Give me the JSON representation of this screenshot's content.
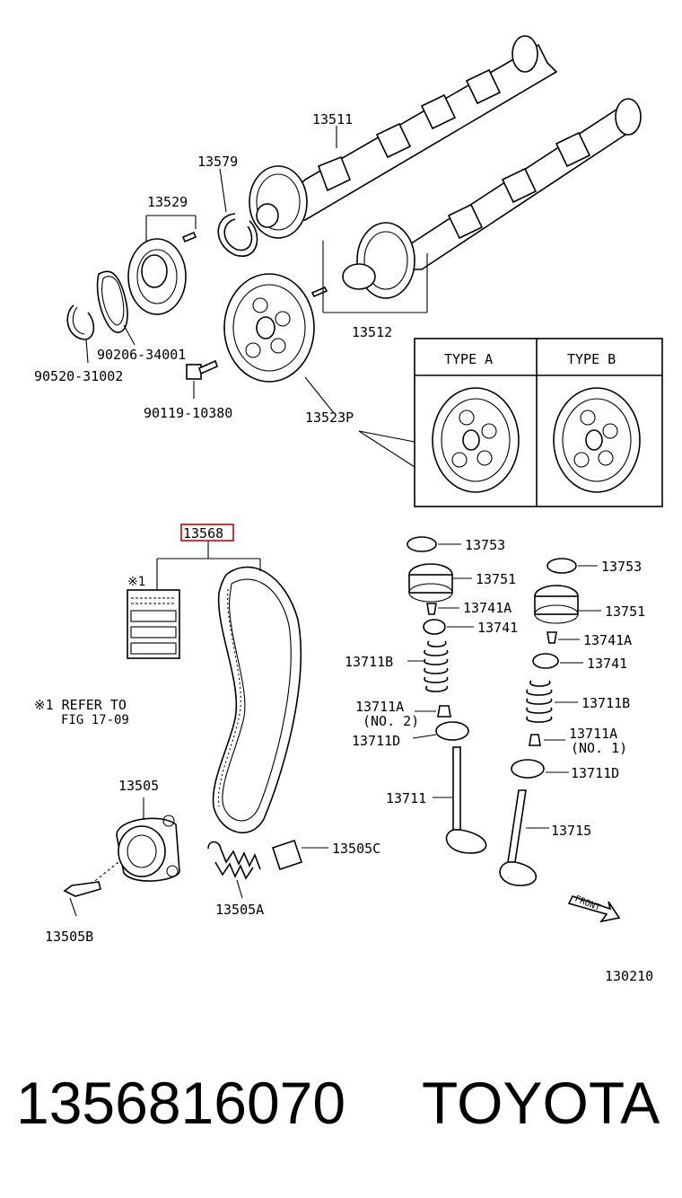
{
  "diagram": {
    "labels": {
      "p13511": "13511",
      "p13579": "13579",
      "p13529": "13529",
      "p90206": "90206-34001",
      "p90520": "90520-31002",
      "p90119": "90119-10380",
      "p13512": "13512",
      "p13523P": "13523P",
      "typeA": "TYPE A",
      "typeB": "TYPE B",
      "p13568": "13568",
      "note_mark": "※1",
      "note_line1": "※1 REFER TO",
      "note_line2": "FIG 17-09",
      "p13505": "13505",
      "p13505B": "13505B",
      "p13505A": "13505A",
      "p13505C": "13505C",
      "l13753": "13753",
      "l13751": "13751",
      "l13741A": "13741A",
      "l13741": "13741",
      "l13711B": "13711B",
      "l13711A": "13711A",
      "l13711A_sub": "(NO. 2)",
      "l13711D": "13711D",
      "l13711": "13711",
      "r13753": "13753",
      "r13751": "13751",
      "r13741A": "13741A",
      "r13741": "13741",
      "r13711B": "13711B",
      "r13711A": "13711A",
      "r13711A_sub": "(NO. 1)",
      "r13711D": "13711D",
      "r13715": "13715",
      "front": "FRONT",
      "fig_number": "130210"
    },
    "highlight_color": "#d40000"
  },
  "footer": {
    "part_number": "1356816070",
    "brand": "TOYOTA"
  }
}
